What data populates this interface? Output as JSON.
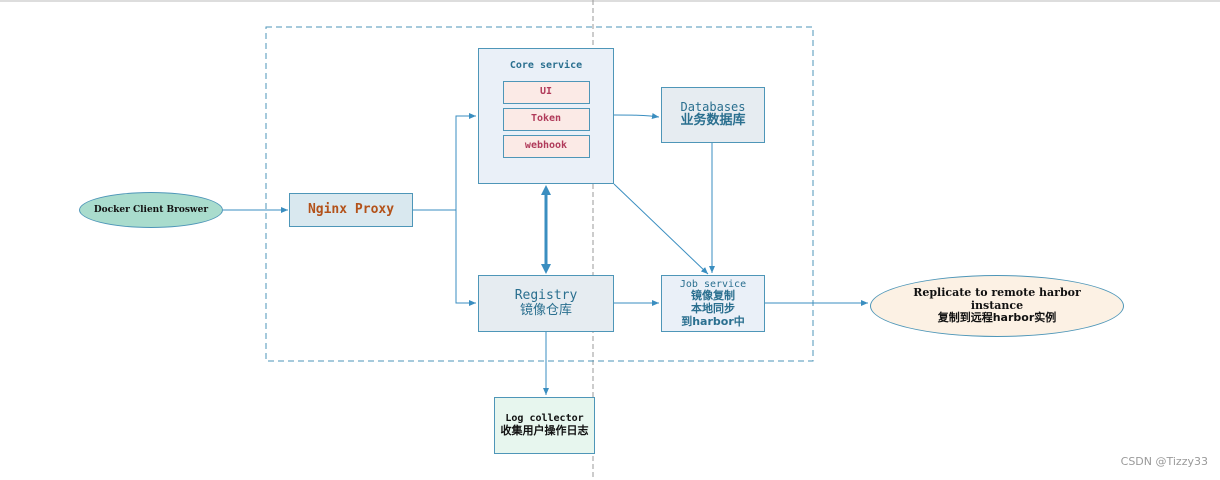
{
  "nodes": {
    "docker_client": {
      "label": "Docker Client Broswer"
    },
    "nginx": {
      "label": "Nginx Proxy"
    },
    "core": {
      "title": "Core service",
      "items": [
        "UI",
        "Token",
        "webhook"
      ]
    },
    "databases": {
      "label": "Databases",
      "label_cn": "业务数据库"
    },
    "registry": {
      "label": "Registry",
      "label_cn": "镜像仓库"
    },
    "job_service": {
      "label": "Job service",
      "lines_cn": [
        "镜像复制",
        "本地同步",
        "到harbor中"
      ]
    },
    "log_collector": {
      "label": "Log collector",
      "label_cn": "收集用户操作日志"
    },
    "replicate": {
      "label": "Replicate to remote harbor instance",
      "label_cn": "复制到远程harbor实例"
    }
  },
  "watermark": "CSDN @Tizzy33",
  "colors": {
    "line": "#3a8ec0",
    "dashed_border": "#4e96b8",
    "divider": "#999999"
  }
}
